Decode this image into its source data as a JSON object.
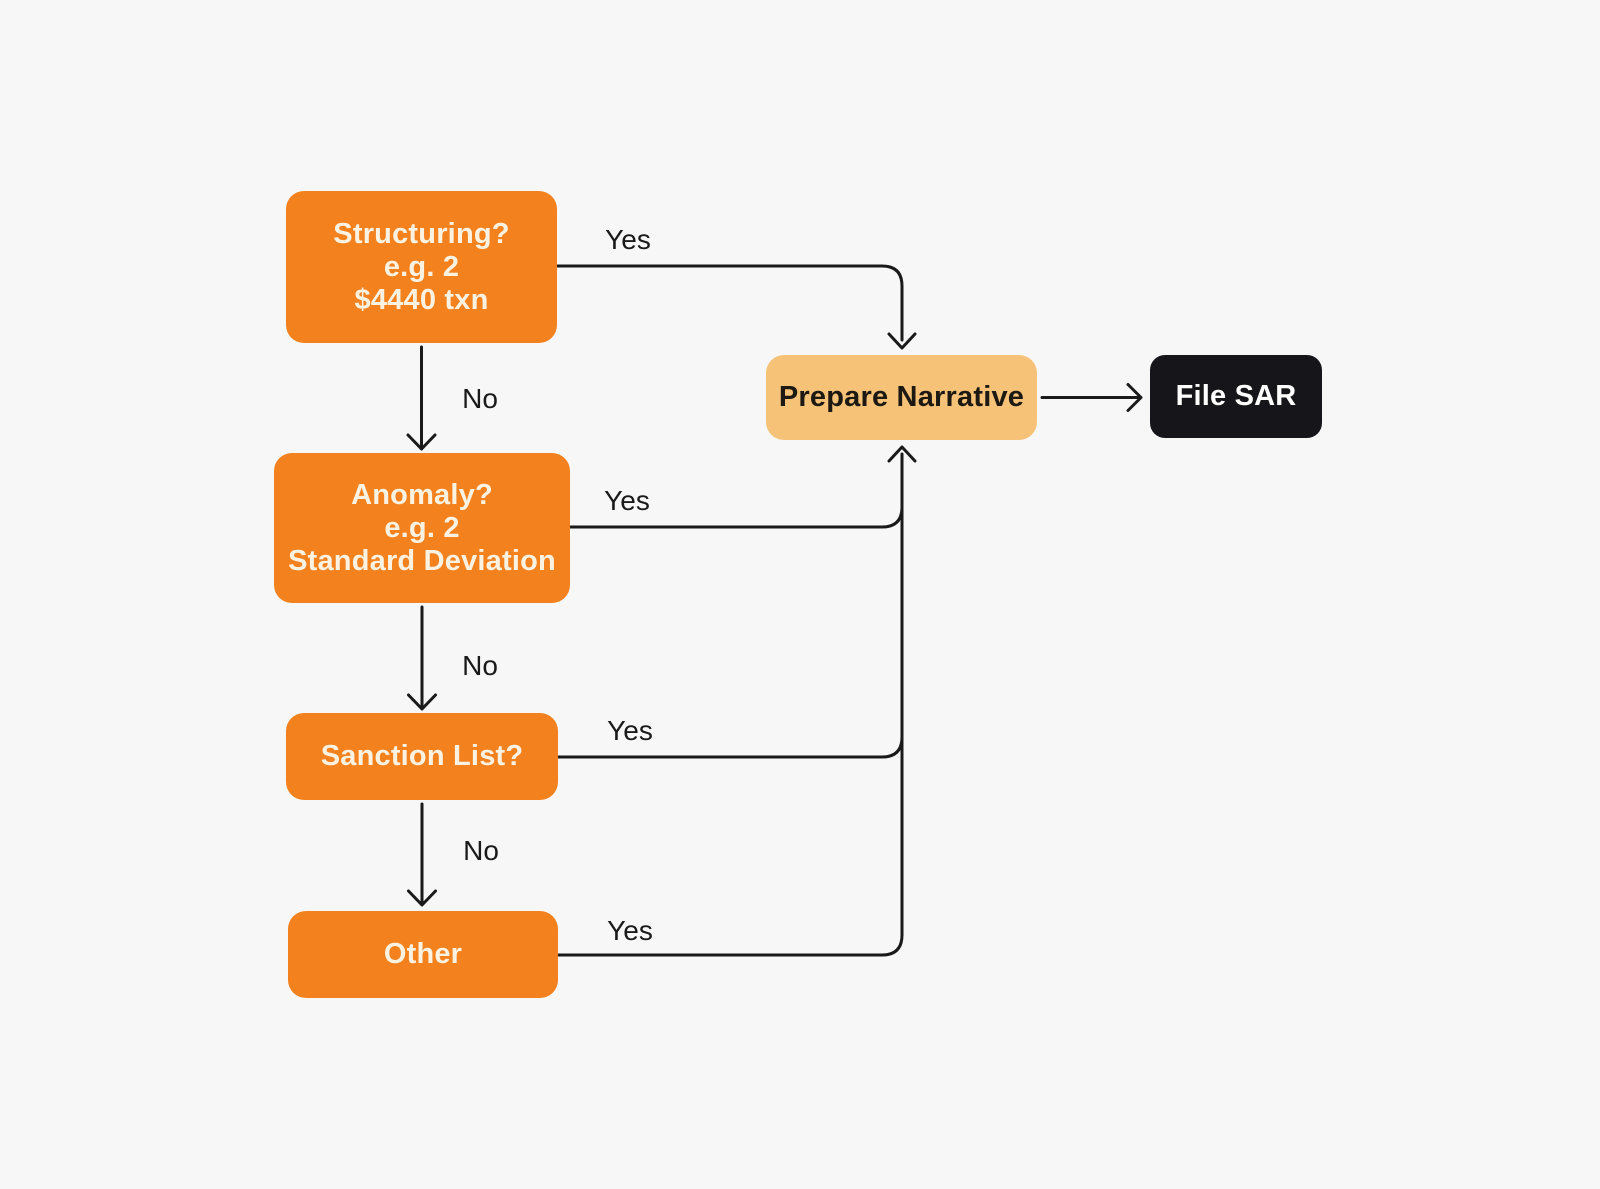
{
  "colors": {
    "background": "#F7F7F8",
    "node-orange": "#F2811E",
    "node-orange-text": "#FBF2E2",
    "node-tan": "#F6C277",
    "node-tan-text": "#1C1812",
    "node-black": "#16161A",
    "node-black-text": "#FFFFFF",
    "line": "#1A1A1A"
  },
  "nodes": {
    "structuring": {
      "lines": [
        "Structuring?",
        "e.g. 2",
        "$4440 txn"
      ]
    },
    "anomaly": {
      "lines": [
        "Anomaly?",
        "e.g. 2",
        "Standard Deviation"
      ]
    },
    "sanction_list": {
      "label": "Sanction List?"
    },
    "other": {
      "label": "Other"
    },
    "prepare_narrative": {
      "label": "Prepare Narrative"
    },
    "file_sar": {
      "label": "File SAR"
    }
  },
  "edge_labels": {
    "structuring_yes": "Yes",
    "structuring_no": "No",
    "anomaly_yes": "Yes",
    "anomaly_no": "No",
    "sanction_yes": "Yes",
    "sanction_no": "No",
    "other_yes": "Yes"
  }
}
